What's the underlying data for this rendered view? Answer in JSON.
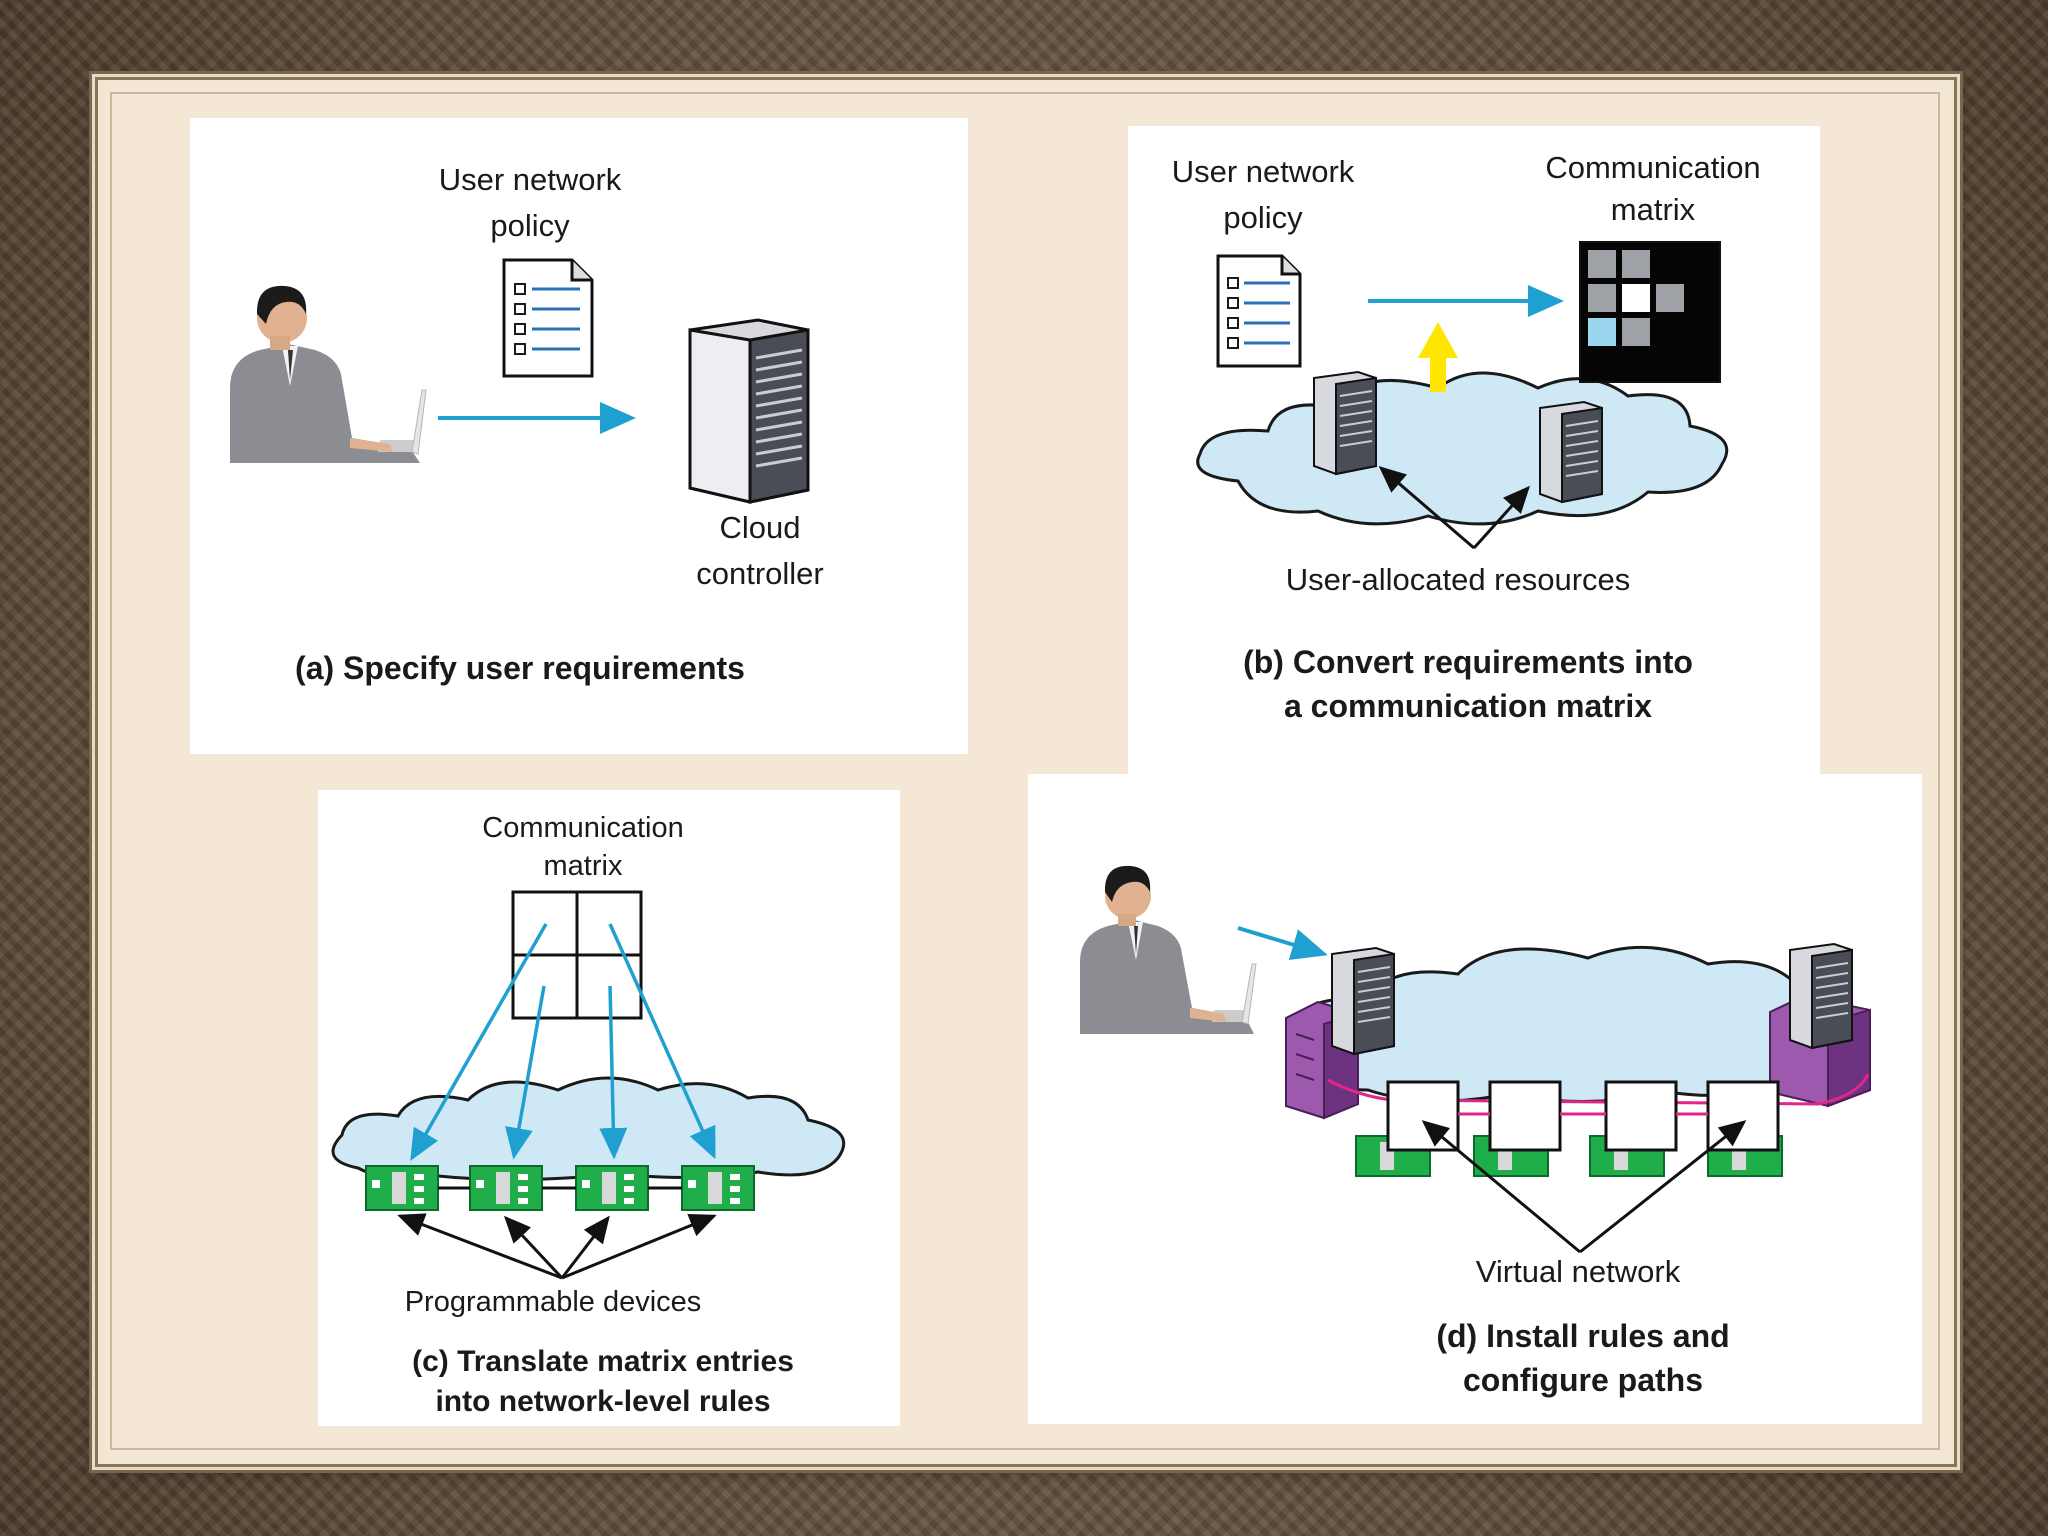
{
  "panels": {
    "a": {
      "policy_label_line1": "User network",
      "policy_label_line2": "policy",
      "controller_label_line1": "Cloud",
      "controller_label_line2": "controller",
      "caption": "(a) Specify user requirements"
    },
    "b": {
      "policy_label_line1": "User network",
      "policy_label_line2": "policy",
      "matrix_label_line1": "Communication",
      "matrix_label_line2": "matrix",
      "resources_label": "User-allocated resources",
      "caption_line1": "(b) Convert requirements into",
      "caption_line2": "a communication matrix"
    },
    "c": {
      "matrix_label_line1": "Communication",
      "matrix_label_line2": "matrix",
      "devices_label": "Programmable devices",
      "caption_line1": "(c) Translate matrix entries",
      "caption_line2": "into network-level rules"
    },
    "d": {
      "network_label": "Virtual network",
      "caption_line1": "(d) Install rules and",
      "caption_line2": "configure paths"
    }
  },
  "colors": {
    "arrow_blue": "#1fa0d0",
    "cloud_fill": "#cfe8f5",
    "device_green": "#1fae4a",
    "yellow_arrow": "#ffe600",
    "magenta_link": "#e0268a",
    "server_purple": "#8e4aa0"
  }
}
